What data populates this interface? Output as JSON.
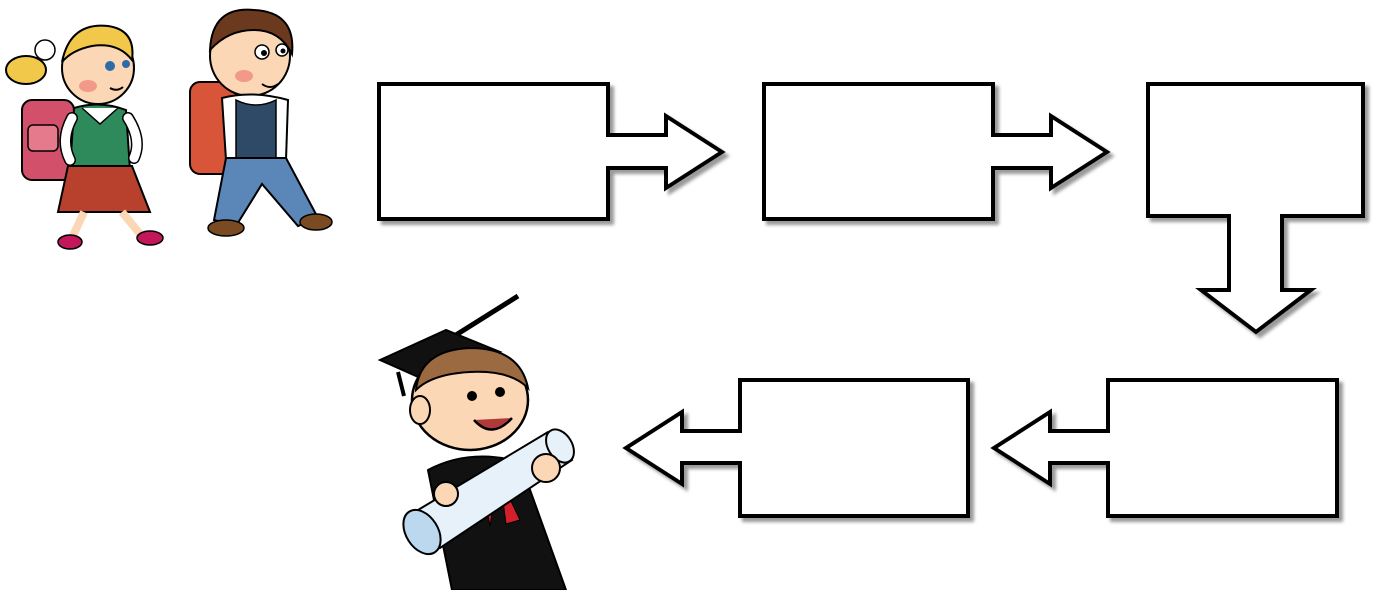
{
  "diagram": {
    "flow_boxes": [
      {
        "id": "box-1",
        "text": ""
      },
      {
        "id": "box-2",
        "text": ""
      },
      {
        "id": "box-3",
        "text": ""
      },
      {
        "id": "box-4",
        "text": ""
      },
      {
        "id": "box-5",
        "text": ""
      }
    ],
    "illustrations": [
      {
        "name": "schoolchildren-illustration",
        "description_icon": "girl-and-boy-with-backpacks"
      },
      {
        "name": "graduate-illustration",
        "description_icon": "graduate-with-diploma"
      }
    ],
    "colors": {
      "outline": "#000000",
      "box_fill": "#ffffff",
      "shadow": "#9a9a9a",
      "girl_hair": "#f2c84b",
      "girl_backpack": "#d2506a",
      "girl_skirt": "#b8412d",
      "boy_hair": "#6b3a1e",
      "boy_backpack": "#d9553a",
      "boy_jeans": "#5a86b8",
      "gown": "#111111",
      "diploma": "#bcd8ee",
      "ribbon": "#d4202a"
    }
  }
}
